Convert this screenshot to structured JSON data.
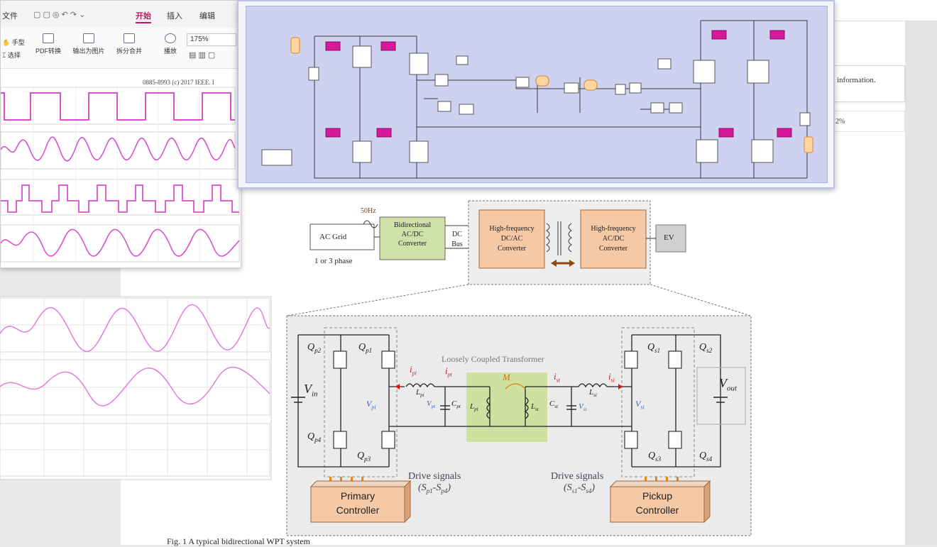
{
  "wps": {
    "menu": [
      {
        "label": "文件"
      },
      {
        "label": "开始",
        "active": true
      },
      {
        "label": "插入"
      },
      {
        "label": "编辑"
      }
    ],
    "tools": {
      "hand_label": "手型",
      "select_label": "选择",
      "pdf_convert_label": "PDF转换",
      "export_image_label": "输出为图片",
      "split_merge_label": "拆分合并",
      "play_label": "播放"
    },
    "zoom_value": "175%",
    "page_header": "0885-8993 (c) 2017 IEEE. I"
  },
  "doc": {
    "right_info": "information.",
    "right_info2": "2%",
    "fig_caption": "Fig. 1 A typical bidirectional WPT system"
  },
  "top_diagram": {
    "freq_label": "50Hz",
    "ac_grid": "AC Grid",
    "phase_label": "1 or 3 phase",
    "bidir_line1": "Bidirectional",
    "bidir_line2": "AC/DC",
    "bidir_line3": "Converter",
    "dc_bus_line1": "DC",
    "dc_bus_line2": "Bus",
    "hf_dcac_line1": "High-frequency",
    "hf_dcac_line2": "DC/AC",
    "hf_dcac_line3": "Converter",
    "hf_acdc_line1": "High-frequency",
    "hf_acdc_line2": "AC/DC",
    "hf_acdc_line3": "Converter",
    "ev": "EV"
  },
  "circuit": {
    "transformer_label": "Loosely Coupled Transformer",
    "vin": "V",
    "vin_sub": "in",
    "vout": "V",
    "vout_sub": "out",
    "qp2": "Q",
    "qp2_sub": "p2",
    "qp1": "Q",
    "qp1_sub": "p1",
    "qp4": "Q",
    "qp4_sub": "p4",
    "qp3": "Q",
    "qp3_sub": "p3",
    "qs1": "Q",
    "qs1_sub": "s1",
    "qs2": "Q",
    "qs2_sub": "s2",
    "qs3": "Q",
    "qs3_sub": "s3",
    "qs4": "Q",
    "qs4_sub": "s4",
    "ipi": "i",
    "ipi_sub": "pi",
    "ipt": "i",
    "ipt_sub": "pt",
    "ist": "i",
    "ist_sub": "st",
    "isi": "i",
    "isi_sub": "si",
    "mutual": "M",
    "lpi": "L",
    "lpi_sub": "pi",
    "vpt": "V",
    "vpt_sub": "pt",
    "cpt": "C",
    "cpt_sub": "pt",
    "lpt": "L",
    "lpt_sub": "pt",
    "lst": "L",
    "lst_sub": "st",
    "cst": "C",
    "cst_sub": "st",
    "vst": "V",
    "vst_sub": "st",
    "lsi": "L",
    "lsi_sub": "si",
    "vpi": "V",
    "vpi_sub": "pi",
    "vsi": "V",
    "vsi_sub": "si",
    "drive_primary": "Drive signals",
    "drive_primary_range": "(S",
    "drive_primary_from": "p1",
    "drive_primary_to": "p4",
    "drive_secondary": "Drive signals",
    "drive_secondary_from": "s1",
    "drive_secondary_to": "s4",
    "primary_ctrl_line1": "Primary",
    "primary_ctrl_line2": "Controller",
    "pickup_ctrl_line1": "Pickup",
    "pickup_ctrl_line2": "Controller"
  },
  "colors": {
    "accent": "#c2185b",
    "waveform": "#d94fd0",
    "converter_fill": "#f5c8a6",
    "transformer_fill": "#cfe0a0",
    "simulink_tag": "#d6199a"
  }
}
